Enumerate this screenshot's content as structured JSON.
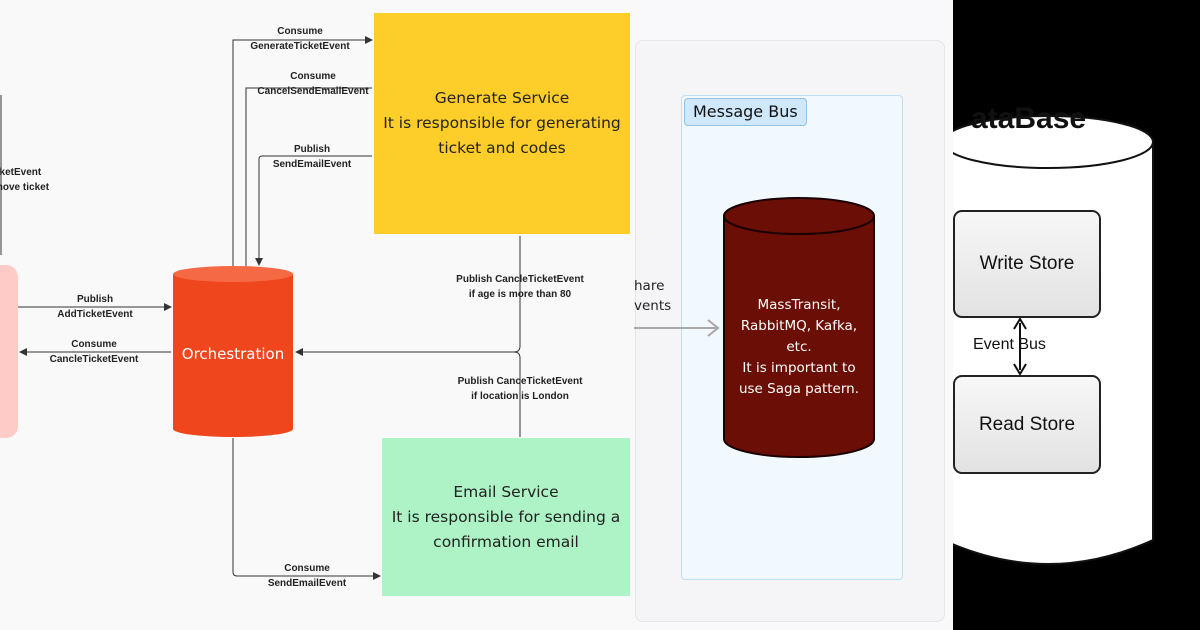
{
  "panel1": {
    "left_labels": {
      "ticket_event_line1": "cketEvent",
      "ticket_event_line2": "move ticket",
      "publish_add_line1": "Publish",
      "publish_add_line2": "AddTicketEvent",
      "consume_cancle_line1": "Consume",
      "consume_cancle_line2": "CancleTicketEvent"
    },
    "top_labels": {
      "consume_generate_line1": "Consume",
      "consume_generate_line2": "GenerateTicketEvent",
      "consume_cancel_email_line1": "Consume",
      "consume_cancel_email_line2": "CancelSendEmailEvent",
      "publish_send_email_line1": "Publish",
      "publish_send_email_line2": "SendEmailEvent"
    },
    "middle_labels": {
      "age_line1": "Publish CancleTicketEvent",
      "age_line2": "if age is more than 80",
      "location_line1": "Publish CanceTicketEvent",
      "location_line2": "if location is London"
    },
    "bottom_labels": {
      "consume_send_email_line1": "Consume",
      "consume_send_email_line2": "SendEmailEvent"
    },
    "orchestration": {
      "label": "Orchestration"
    },
    "generate_service": {
      "line1": "Generate Service",
      "line2": "It is responsible for generating",
      "line3": "ticket and codes"
    },
    "email_service": {
      "line1": "Email Service",
      "line2": "It is responsible for sending a",
      "line3": "confirmation email"
    },
    "colors": {
      "generate": "#fdcd2a",
      "email": "#aef3c6",
      "orchestration": "#f0461d",
      "pink": "#ffcbc7"
    }
  },
  "panel2": {
    "share_line1": "hare",
    "share_line2": "vents",
    "message_bus_label": "Message Bus",
    "cylinder": {
      "line1": "MassTransit,",
      "line2": "RabbitMQ,  Kafka,",
      "line3": "etc.",
      "line4": "It is important to",
      "line5": "use Saga pattern."
    },
    "colors": {
      "cylinder": "#6b0e05",
      "bus_tag": "#cfe8fb"
    }
  },
  "panel3": {
    "database_title": "ataBase",
    "write_store": "Write Store",
    "read_store": "Read Store",
    "event_bus": "Event Bus"
  }
}
